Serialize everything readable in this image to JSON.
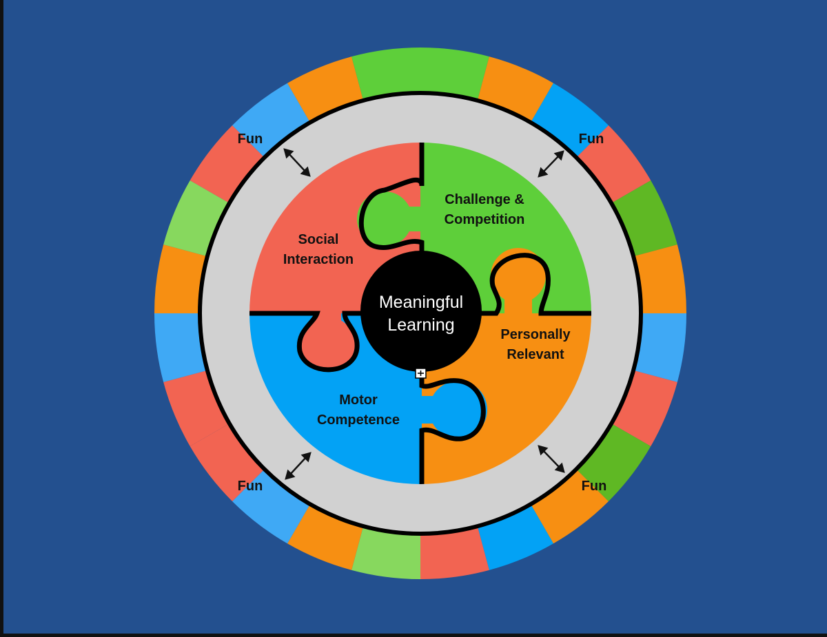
{
  "center": {
    "line1": "Meaningful",
    "line2": "Learning"
  },
  "pieces": {
    "social": {
      "line1": "Social",
      "line2": "Interaction"
    },
    "challenge": {
      "line1": "Challenge &",
      "line2": "Competition"
    },
    "personal": {
      "line1": "Personally",
      "line2": "Relevant"
    },
    "motor": {
      "line1": "Motor",
      "line2": "Competence"
    }
  },
  "fun_labels": [
    "Fun",
    "Fun",
    "Fun",
    "Fun"
  ],
  "icons": {
    "arrows": "double-headed-arrow-icon",
    "center_marker": "plus-box-icon"
  },
  "colors": {
    "background": "#23508f",
    "ring": "#d1d1d1",
    "red": "#f26452",
    "green": "#5ecf3a",
    "blue": "#03a2f5",
    "orange": "#f78f12",
    "center": "#000000",
    "segments": [
      "#5ecf3a",
      "#f78f12",
      "#03a2f5",
      "#f26452",
      "#5fb824",
      "#f78f12",
      "#3fa9f5",
      "#f26452",
      "#5fb824",
      "#f78f12",
      "#03a2f5",
      "#f26452",
      "#87d85e",
      "#f78f12",
      "#3fa9f5",
      "#f26452",
      "#f26452",
      "#3fa9f5",
      "#f78f12",
      "#87d85e",
      "#f26452",
      "#3fa9f5",
      "#f78f12",
      "#5ecf3a"
    ]
  }
}
